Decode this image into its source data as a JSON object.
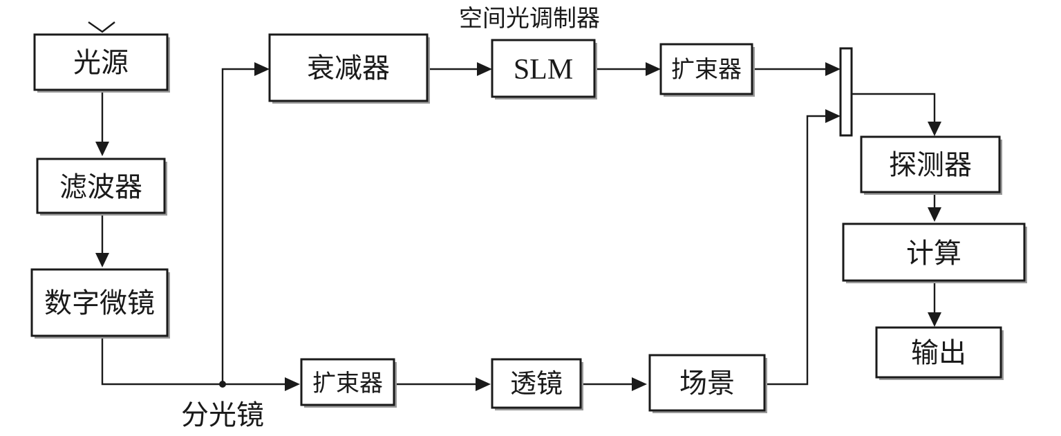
{
  "nodes": {
    "light_source": "光源",
    "filter": "滤波器",
    "dmd": "数字微镜",
    "attenuator": "衰减器",
    "slm": "SLM",
    "beam_expander_top": "扩束器",
    "detector": "探测器",
    "compute": "计算",
    "output": "输出",
    "beam_expander_bottom": "扩束器",
    "lens": "透镜",
    "scene": "场景"
  },
  "labels": {
    "slm_caption": "空间光调制器",
    "beam_splitter": "分光镜"
  }
}
